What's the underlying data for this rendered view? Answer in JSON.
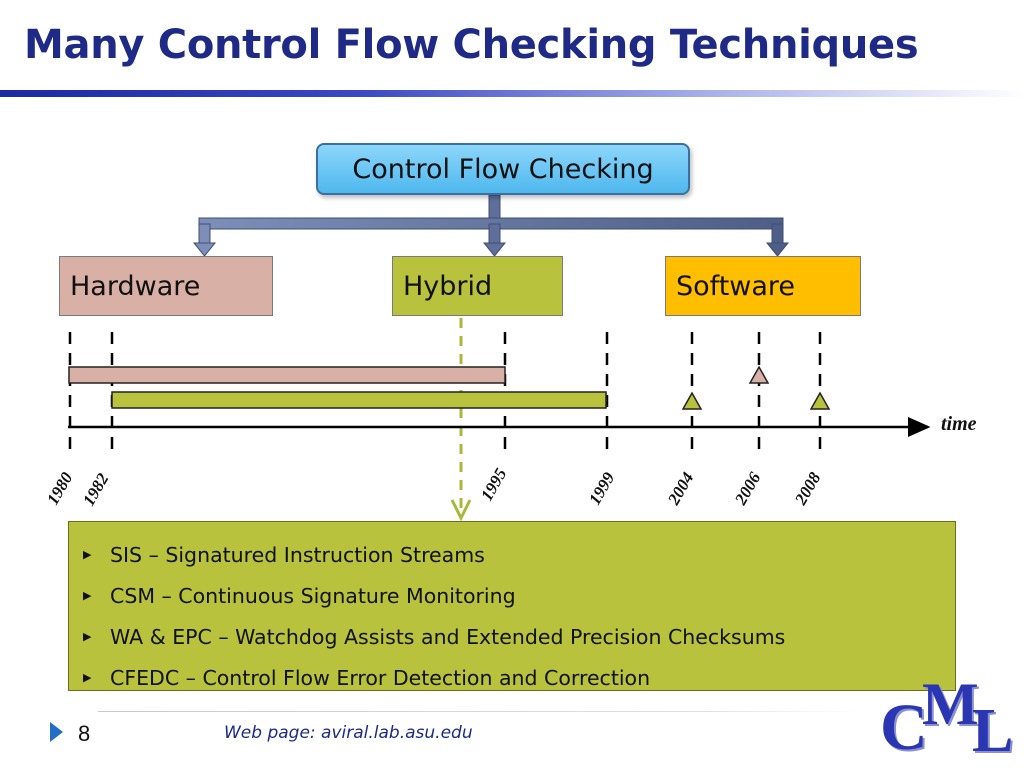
{
  "slide": {
    "title": "Many Control Flow Checking Techniques",
    "root_label": "Control Flow Checking",
    "categories": {
      "hardware": "Hardware",
      "hybrid": "Hybrid",
      "software": "Software"
    },
    "timeline": {
      "axis_label": "time",
      "years": [
        "1980",
        "1982",
        "1995",
        "1999",
        "2004",
        "2006",
        "2008"
      ]
    },
    "techniques": [
      "SIS – Signatured Instruction Streams",
      "CSM – Continuous Signature Monitoring",
      "WA & EPC – Watchdog Assists and Extended Precision Checksums",
      "CFEDC – Control Flow Error Detection and Correction"
    ],
    "colors": {
      "hardware": "#d9b0a6",
      "hybrid": "#b9c23c",
      "software": "#ffbf00",
      "title": "#1f2a87"
    }
  },
  "footer": {
    "page_number": "8",
    "web_label": "Web page:  aviral.lab.asu.edu",
    "logo_text": "CML",
    "logo_letters": [
      "C",
      "M",
      "L"
    ]
  }
}
